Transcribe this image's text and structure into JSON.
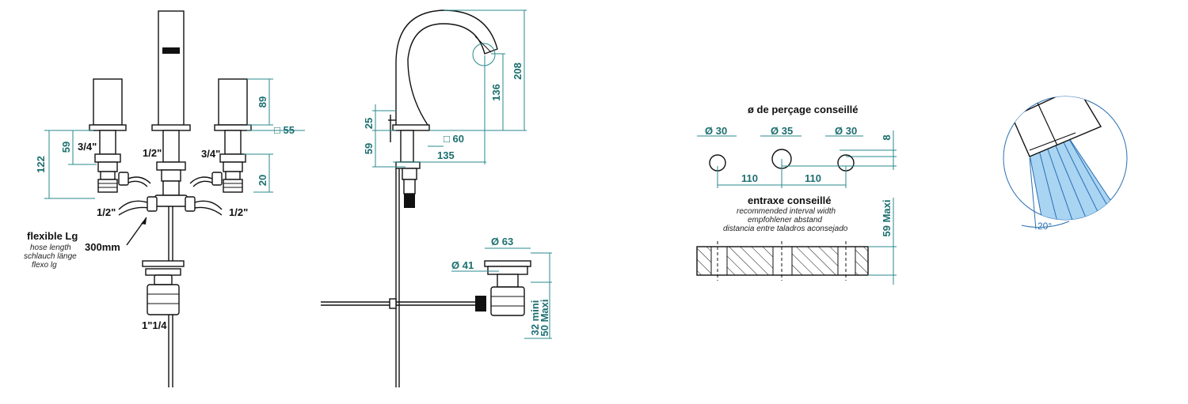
{
  "colors": {
    "dimension": "#1d6f70",
    "line": "#111111",
    "spray": "#2a6fb3",
    "spray_fill": "#a9d4f2"
  },
  "front": {
    "dim_89": "89",
    "dim_122": "122",
    "dim_59": "59",
    "dim_20": "20",
    "sq55": "□ 55",
    "thread_left": "3/4\"",
    "thread_right": "3/4\"",
    "thread_center": "1/2\"",
    "conn_left": "1/2\"",
    "conn_right": "1/2\"",
    "waste": "1\"1/4",
    "hose_title": "flexible Lg",
    "hose_en": "hose length",
    "hose_de": "schlauch länge",
    "hose_es": "flexo lg",
    "hose_length": "300mm"
  },
  "side": {
    "dim_208": "208",
    "dim_136": "136",
    "dim_25": "25",
    "dim_59": "59",
    "sq60": "□ 60",
    "dim_135": "135",
    "dia63": "Ø 63",
    "dia41": "Ø 41",
    "mini": "32 mini",
    "maxi": "50 Maxi"
  },
  "drilling": {
    "title": "ø de perçage conseillé",
    "d1": "Ø 30",
    "d2": "Ø 35",
    "d3": "Ø 30",
    "dim_8": "8",
    "sp1": "110",
    "sp2": "110",
    "entraxe": "entraxe conseillé",
    "entraxe_en": "recommended interval width",
    "entraxe_de": "empfohlener abstand",
    "entraxe_es": "distancia entre taladros aconsejado",
    "max_thick": "59 Maxi"
  },
  "spray": {
    "angle": "20°"
  }
}
